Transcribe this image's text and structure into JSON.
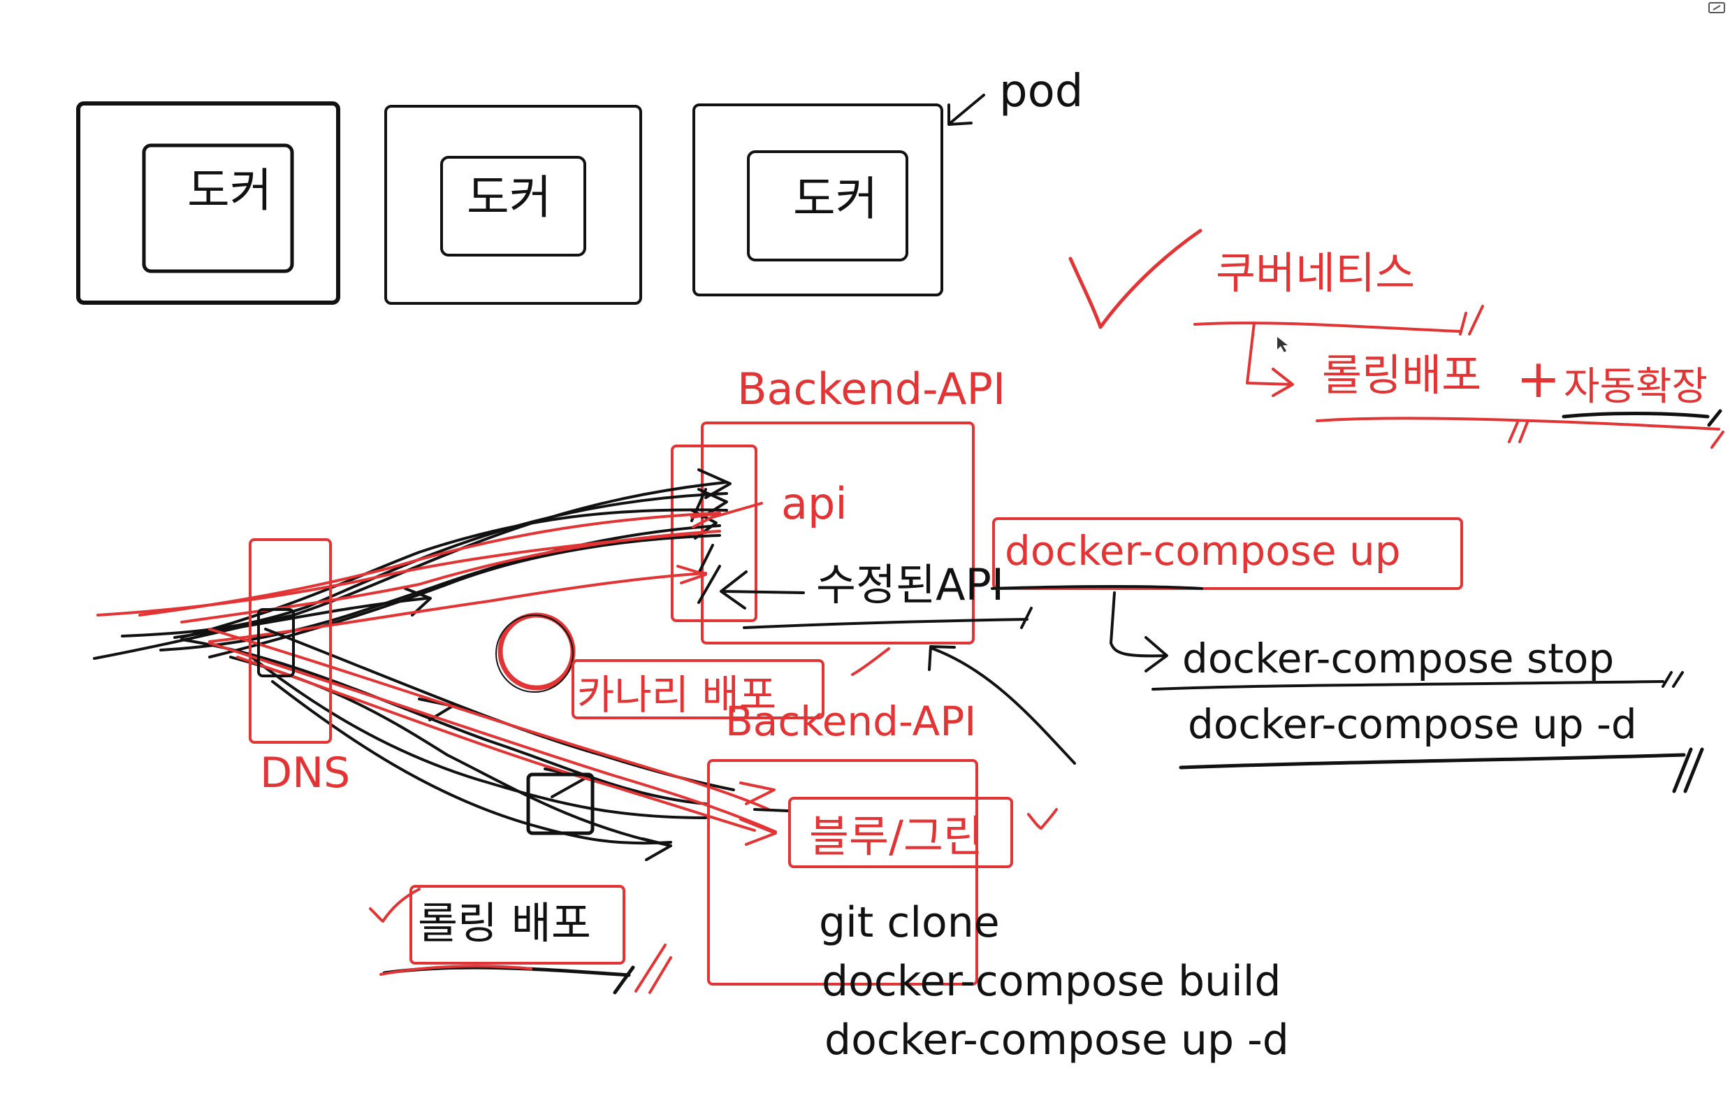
{
  "colors": {
    "black_ink": "#111111",
    "red_ink": "#e23434"
  },
  "pods": {
    "pod_label": "pod",
    "containers": [
      "도커",
      "도커",
      "도커"
    ]
  },
  "kubernetes": {
    "title": "쿠버네티스",
    "rolling": "롤링배포",
    "plus": "+",
    "autoscale": "자동확장"
  },
  "backend_top": {
    "title": "Backend-API",
    "api": "api",
    "modified_api": "수정된API"
  },
  "backend_bottom": {
    "title": "Backend-API",
    "blue_green": "블루/그린"
  },
  "dns": {
    "label": "DNS"
  },
  "canary": {
    "label": "카나리 배포"
  },
  "rolling_deploy": {
    "label": "롤링 배포"
  },
  "compose": {
    "up": "docker-compose up",
    "stop": "docker-compose stop",
    "up_d": "docker-compose up -d"
  },
  "commands": {
    "clone": "git clone",
    "build": "docker-compose build",
    "up_d": "docker-compose up -d"
  }
}
